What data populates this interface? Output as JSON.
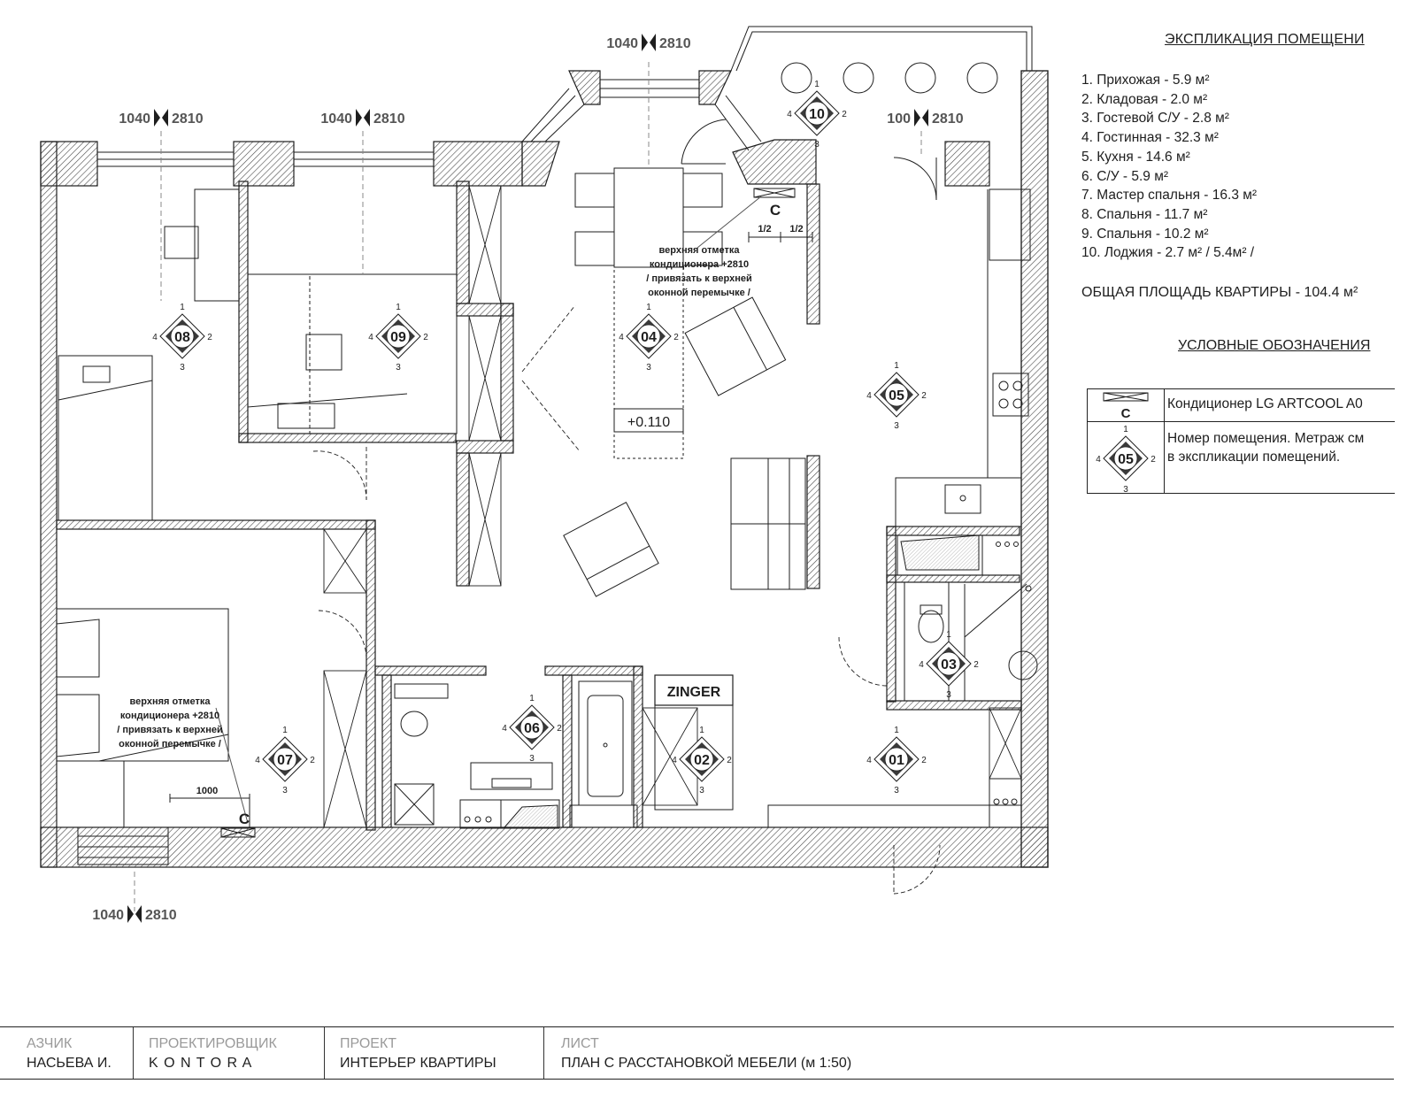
{
  "explication": {
    "title": "ЭКСПЛИКАЦИЯ ПОМЕЩЕНИ",
    "rooms": [
      "1. Прихожая - 5.9 м²",
      "2. Кладовая - 2.0 м²",
      "3. Гостевой С/У - 2.8 м²",
      "4. Гостинная - 32.3 м²",
      "5. Кухня - 14.6 м²",
      "6. С/У - 5.9 м²",
      "7. Мастер спальня - 16.3 м²",
      "8. Спальня - 11.7 м²",
      "9. Спальня - 10.2 м²",
      "10. Лоджия - 2.7 м² / 5.4м² /"
    ],
    "total": "ОБЩАЯ ПЛОЩАДЬ КВАРТИРЫ - 104.4 м²"
  },
  "symbols": {
    "title": "УСЛОВНЫЕ ОБОЗНАЧЕНИЯ",
    "ac_code": "C",
    "ac_text": "Кондиционер LG ARTCOOL A0",
    "room_marker_number": "05",
    "room_text_line1": "Номер помещения. Метраж см",
    "room_text_line2": "в экспликации помещений.",
    "marker_sides": [
      "1",
      "2",
      "3",
      "4"
    ]
  },
  "plan": {
    "rooms": [
      {
        "id": "01",
        "sides": [
          "1",
          "2",
          "3",
          "4"
        ]
      },
      {
        "id": "02",
        "sides": [
          "1",
          "2",
          "3",
          "4"
        ]
      },
      {
        "id": "03",
        "sides": [
          "1",
          "2",
          "3",
          "4"
        ]
      },
      {
        "id": "04",
        "sides": [
          "1",
          "2",
          "3",
          "4"
        ]
      },
      {
        "id": "05",
        "sides": [
          "1",
          "2",
          "3",
          "4"
        ]
      },
      {
        "id": "06",
        "sides": [
          "1",
          "2",
          "3",
          "4"
        ]
      },
      {
        "id": "07",
        "sides": [
          "1",
          "2",
          "3",
          "4"
        ]
      },
      {
        "id": "08",
        "sides": [
          "1",
          "2",
          "3",
          "4"
        ]
      },
      {
        "id": "09",
        "sides": [
          "1",
          "2",
          "3",
          "4"
        ]
      },
      {
        "id": "10",
        "sides": [
          "1",
          "2",
          "3",
          "4"
        ]
      }
    ],
    "window_marks": [
      {
        "left": "1040",
        "right": "2810"
      },
      {
        "left": "1040",
        "right": "2810"
      },
      {
        "left": "1040",
        "right": "2810"
      },
      {
        "left": "100",
        "right": "2810"
      },
      {
        "left": "1040",
        "right": "2810"
      }
    ],
    "ac_note_lines": [
      "верхняя отметка",
      "кондиционера +2810",
      "/ привязать к верхней",
      "оконной перемычке /"
    ],
    "ac_code": "C",
    "half_dims": [
      "1/2",
      "1/2"
    ],
    "dim_1000": "1000",
    "floor_level": "+0.110",
    "zinger": "ZINGER"
  },
  "titleblock": {
    "columns": [
      {
        "head": "АЗЧИК",
        "value": "НАСЬЕВА И."
      },
      {
        "head": "ПРОЕКТИРОВЩИК",
        "value": "K O N T O R A"
      },
      {
        "head": "ПРОЕКТ",
        "value": "ИНТЕРЬЕР КВАРТИРЫ"
      },
      {
        "head": "ЛИСТ",
        "value": "ПЛАН С РАССТАНОВКОЙ МЕБЕЛИ (м 1:50)"
      }
    ]
  },
  "colors": {
    "line": "#1e1e1e",
    "hatch": "#555555",
    "muted": "#9a9a9a"
  }
}
